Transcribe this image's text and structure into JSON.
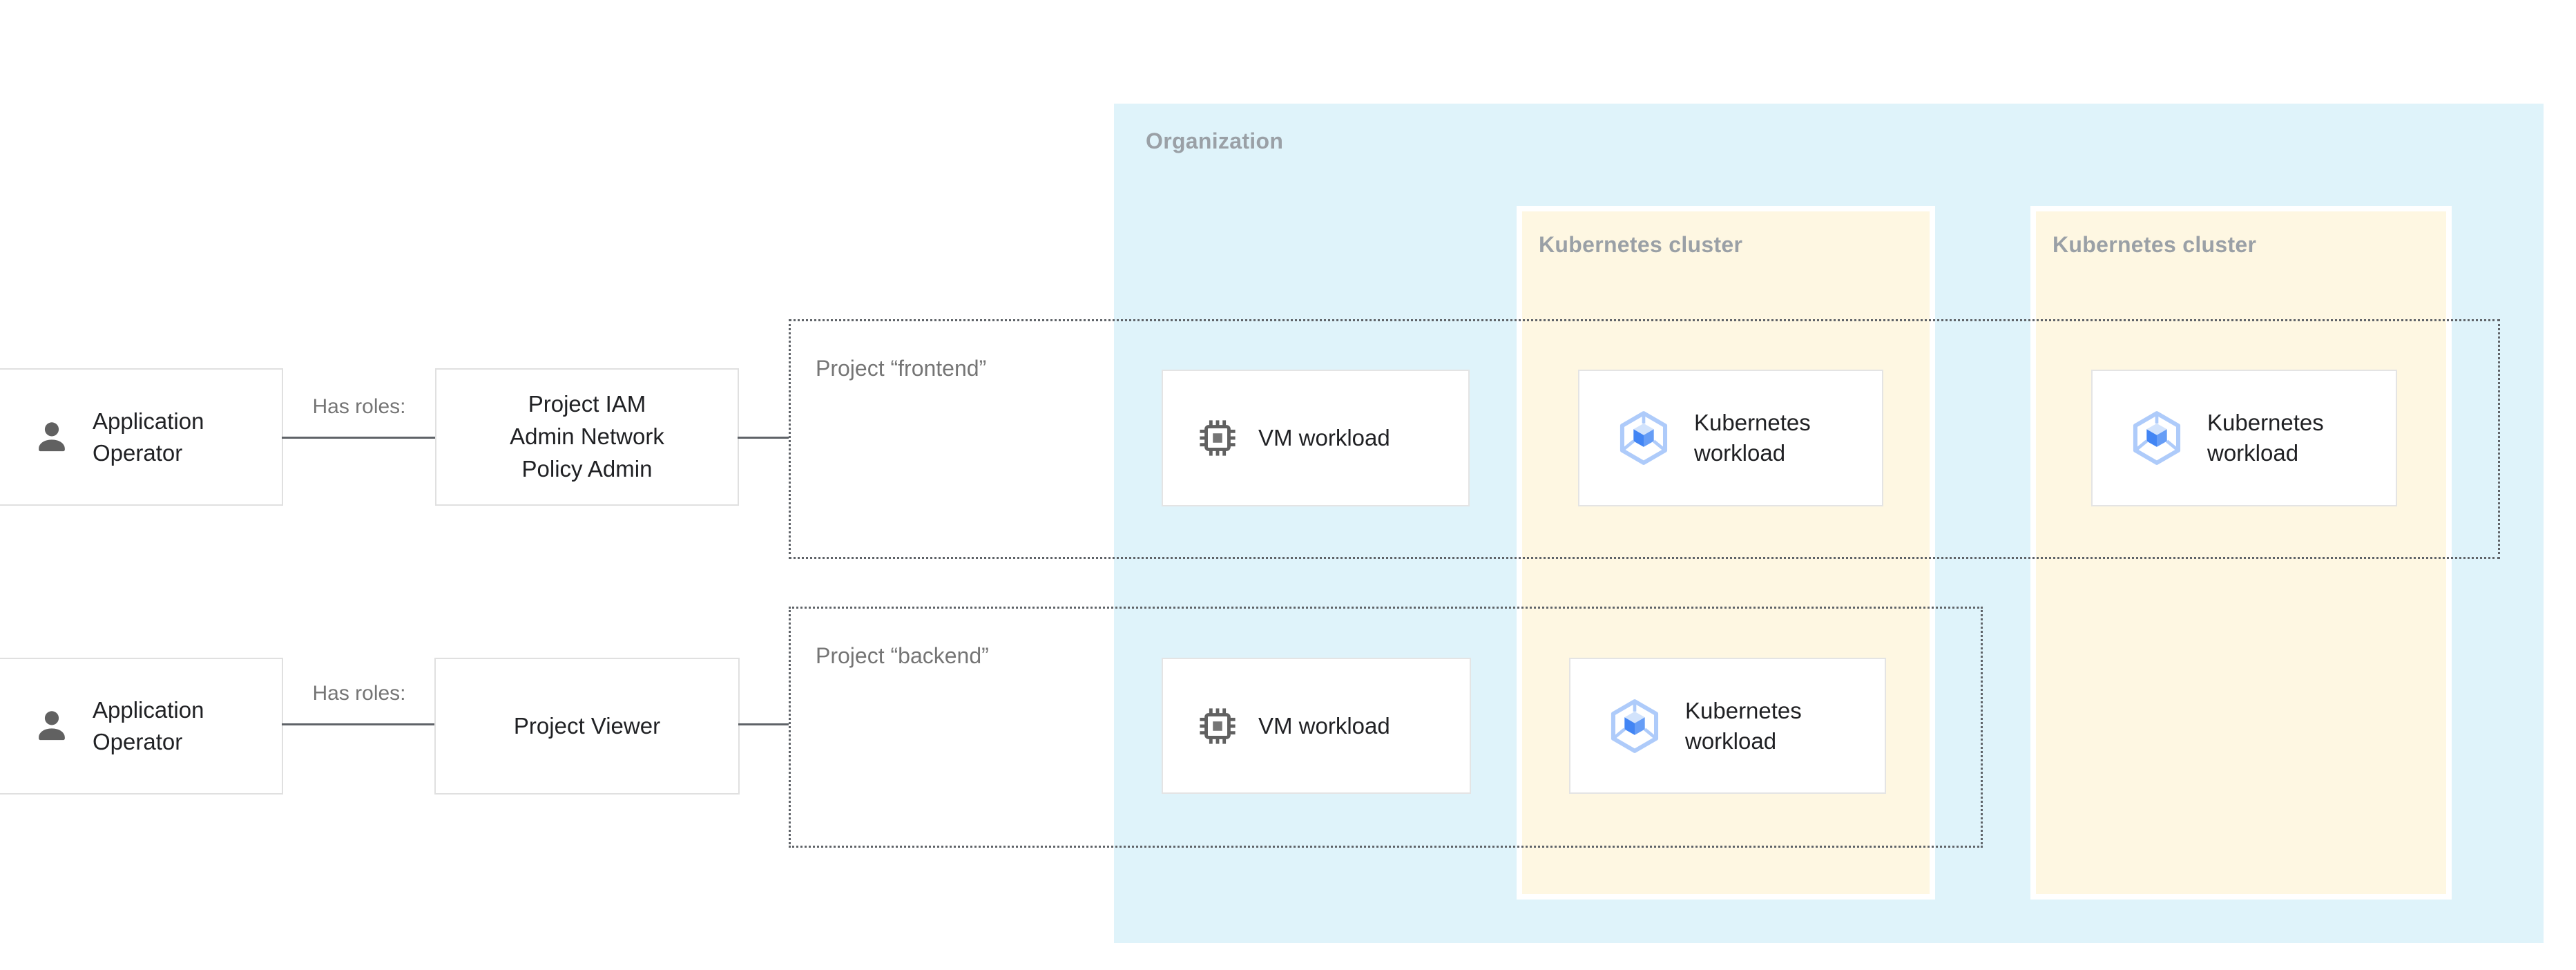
{
  "organization": {
    "label": "Organization"
  },
  "clusters": [
    {
      "label": "Kubernetes cluster"
    },
    {
      "label": "Kubernetes cluster"
    }
  ],
  "rows": [
    {
      "actor_label": "Application Operator",
      "relation_label": "Has roles:",
      "role_label": "Project IAM\nAdmin Network\nPolicy Admin",
      "project_label": "Project “frontend”",
      "workloads": {
        "vm": "VM workload",
        "k8s_cluster1": "Kubernetes workload",
        "k8s_cluster2": "Kubernetes workload"
      }
    },
    {
      "actor_label": "Application Operator",
      "relation_label": "Has roles:",
      "role_label": "Project Viewer",
      "project_label": "Project “backend”",
      "workloads": {
        "vm": "VM workload",
        "k8s_cluster1": "Kubernetes workload"
      }
    }
  ],
  "icons": {
    "person": "person-icon",
    "vm": "vm-chip-icon",
    "k8s": "gke-hexagon-cube-icon"
  },
  "colors": {
    "organization_bg": "#DFF3FA",
    "cluster_bg": "#FEF7E2",
    "cluster_border": "#FFFFFF",
    "dashed_border": "#5F6368",
    "node_border": "#E0E0E0",
    "connector": "#5F6368",
    "container_label": "#9AA0A6",
    "muted_label": "#757575",
    "text": "#202124",
    "icon_gray": "#616161",
    "gke_hex": "#AECBFA",
    "gke_top": "#D2E3FC",
    "gke_left": "#4285F4",
    "gke_right": "#669DF6"
  }
}
